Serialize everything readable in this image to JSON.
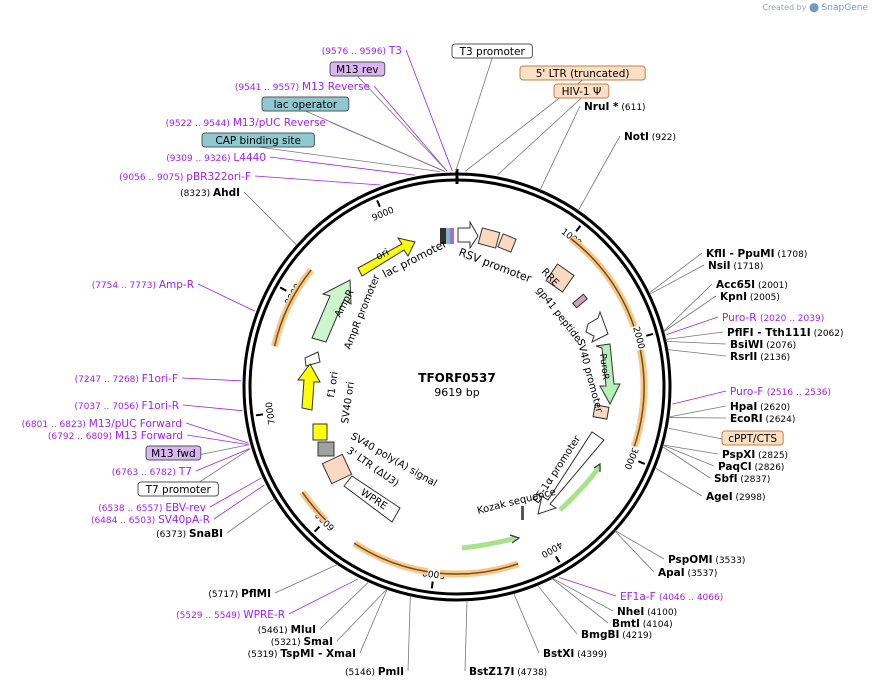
{
  "credit": {
    "prefix": "Created by",
    "brand": "SnapGene"
  },
  "plasmid": {
    "name": "TFORF0537",
    "size_label": "9619 bp",
    "length": 9619
  },
  "ring_ticks": [
    {
      "pos": 1000,
      "label": "1000"
    },
    {
      "pos": 2000,
      "label": "2000"
    },
    {
      "pos": 3000,
      "label": "3000"
    },
    {
      "pos": 4000,
      "label": "4000"
    },
    {
      "pos": 5000,
      "label": "5000"
    },
    {
      "pos": 6000,
      "label": "6000"
    },
    {
      "pos": 7000,
      "label": "7000"
    },
    {
      "pos": 8000,
      "label": "8000"
    },
    {
      "pos": 9000,
      "label": "9000"
    }
  ],
  "enzymes": [
    {
      "name": "NruI *",
      "coord": "(611)",
      "pos": 611
    },
    {
      "name": "NotI",
      "coord": "(922)",
      "pos": 922
    },
    {
      "name": "KflI  - PpuMI",
      "coord": "(1708)",
      "pos": 1708
    },
    {
      "name": "NsiI",
      "coord": "(1718)",
      "pos": 1718
    },
    {
      "name": "Acc65I",
      "coord": "(2001)",
      "pos": 2001
    },
    {
      "name": "KpnI",
      "coord": "(2005)",
      "pos": 2005
    },
    {
      "name": "PflFI  - Tth111I",
      "coord": "(2062)",
      "pos": 2062
    },
    {
      "name": "BsiWI",
      "coord": "(2076)",
      "pos": 2076
    },
    {
      "name": "RsrII",
      "coord": "(2136)",
      "pos": 2136
    },
    {
      "name": "HpaI",
      "coord": "(2620)",
      "pos": 2620
    },
    {
      "name": "EcoRI",
      "coord": "(2624)",
      "pos": 2624
    },
    {
      "name": "PspXI",
      "coord": "(2825)",
      "pos": 2825
    },
    {
      "name": "PaqCI",
      "coord": "(2826)",
      "pos": 2826
    },
    {
      "name": "SbfI",
      "coord": "(2837)",
      "pos": 2837
    },
    {
      "name": "AgeI",
      "coord": "(2998)",
      "pos": 2998
    },
    {
      "name": "PspOMI",
      "coord": "(3533)",
      "pos": 3533
    },
    {
      "name": "ApaI",
      "coord": "(3537)",
      "pos": 3537
    },
    {
      "name": "NheI",
      "coord": "(4100)",
      "pos": 4100
    },
    {
      "name": "BmtI",
      "coord": "(4104)",
      "pos": 4104
    },
    {
      "name": "BmgBI",
      "coord": "(4219)",
      "pos": 4219
    },
    {
      "name": "BstXI",
      "coord": "(4399)",
      "pos": 4399
    },
    {
      "name": "BstZ17I",
      "coord": "(4738)",
      "pos": 4738
    },
    {
      "name": "PmlI",
      "coord": "(5146)",
      "pos": 5146
    },
    {
      "name": "TspMI  - XmaI",
      "coord": "(5319)",
      "pos": 5319
    },
    {
      "name": "SmaI",
      "coord": "(5321)",
      "pos": 5321
    },
    {
      "name": "MluI",
      "coord": "(5461)",
      "pos": 5461
    },
    {
      "name": "PflMI",
      "coord": "(5717)",
      "pos": 5717
    },
    {
      "name": "SnaBI",
      "coord": "(6373)",
      "pos": 6373
    },
    {
      "name": "AhdI",
      "coord": "(8323)",
      "pos": 8323
    }
  ],
  "primers": [
    {
      "name": "T3",
      "range": "(9576 .. 9596)",
      "pos": 9586
    },
    {
      "name": "M13 Reverse",
      "range": "(9541 .. 9557)",
      "pos": 9549
    },
    {
      "name": "M13/pUC Reverse",
      "range": "(9522 .. 9544)",
      "pos": 9533
    },
    {
      "name": "L4440",
      "range": "(9309 .. 9326)",
      "pos": 9318
    },
    {
      "name": "pBR322ori-F",
      "range": "(9056 .. 9075)",
      "pos": 9065
    },
    {
      "name": "Amp-R",
      "range": "(7754 .. 7773)",
      "pos": 7764
    },
    {
      "name": "F1ori-F",
      "range": "(7247 .. 7268)",
      "pos": 7258
    },
    {
      "name": "F1ori-R",
      "range": "(7037 .. 7056)",
      "pos": 7046
    },
    {
      "name": "M13/pUC Forward",
      "range": "(6801 .. 6823)",
      "pos": 6812
    },
    {
      "name": "M13 Forward",
      "range": "(6792 .. 6809)",
      "pos": 6800
    },
    {
      "name": "T7",
      "range": "(6763 .. 6782)",
      "pos": 6772
    },
    {
      "name": "EBV-rev",
      "range": "(6538 .. 6557)",
      "pos": 6548
    },
    {
      "name": "SV40pA-R",
      "range": "(6484 .. 6503)",
      "pos": 6494
    },
    {
      "name": "WPRE-R",
      "range": "(5529 .. 5549)",
      "pos": 5539
    },
    {
      "name": "EF1a-F",
      "range": "(4046 .. 4066)",
      "pos": 4056
    },
    {
      "name": "Puro-F",
      "range": "(2516 .. 2536)",
      "pos": 2526
    },
    {
      "name": "Puro-R",
      "range": "(2020 .. 2039)",
      "pos": 2030
    }
  ],
  "boxed_labels": [
    {
      "name": "T3 promoter",
      "style": "white",
      "pos": 9610
    },
    {
      "name": "M13 rev",
      "style": "purple",
      "pos": 9549
    },
    {
      "name": "lac operator",
      "style": "teal",
      "pos": 9530
    },
    {
      "name": "CAP binding site",
      "style": "teal",
      "pos": 9500
    },
    {
      "name": "5' LTR (truncated)",
      "style": "orange",
      "pos": 60
    },
    {
      "name": "HIV-1 Ψ",
      "style": "orange",
      "pos": 290
    },
    {
      "name": "cPPT/CTS",
      "style": "orange",
      "pos": 2700
    },
    {
      "name": "M13 fwd",
      "style": "purple",
      "pos": 6800
    },
    {
      "name": "T7 promoter",
      "style": "white",
      "pos": 6770
    }
  ],
  "features": [
    {
      "label": "RSV promoter",
      "color": "#ffffff"
    },
    {
      "label": "RRE",
      "color": "#fbd8c0"
    },
    {
      "label": "gp41 peptide",
      "color": "#c9a3b9"
    },
    {
      "label": "SV40 promoter",
      "color": "#ffffff"
    },
    {
      "label": "PuroR",
      "color": "#b6f0b6"
    },
    {
      "label": "EF-1α promoter",
      "color": "#ffffff"
    },
    {
      "label": "Kozak sequence",
      "color": "#ffffff"
    },
    {
      "label": "WPRE",
      "color": "#ffffff"
    },
    {
      "label": "3' LTR (ΔU3)",
      "color": "#fbd8c0"
    },
    {
      "label": "SV40 poly(A) signal",
      "color": "#a0a0a0"
    },
    {
      "label": "SV40 ori",
      "color": "#ffff00"
    },
    {
      "label": "f1 ori",
      "color": "#ffff00"
    },
    {
      "label": "AmpR promoter",
      "color": "#ffffff"
    },
    {
      "label": "AmpR",
      "color": "#ccf5cc"
    },
    {
      "label": "ori",
      "color": "#ffff00"
    },
    {
      "label": "lac promoter",
      "color": "#ffffff"
    }
  ],
  "colors": {
    "enzyme": "#000000",
    "primer": "#a020f0",
    "orf_arc": "#f0a030",
    "orf_arrow": "#7a4a10",
    "backbone": "#000000"
  }
}
